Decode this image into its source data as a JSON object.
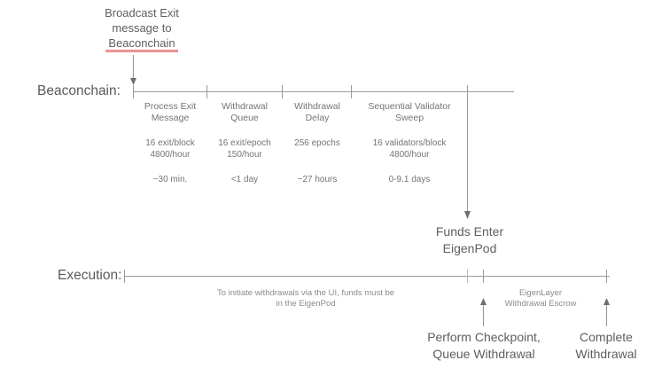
{
  "diagram": {
    "title_callout": {
      "line1": "Broadcast Exit",
      "line2": "message to",
      "line3": "Beaconchain"
    },
    "rows": [
      {
        "id": "beaconchain",
        "label": "Beaconchain:"
      },
      {
        "id": "execution",
        "label": "Execution:"
      }
    ],
    "beaconchain_phases": [
      {
        "name_line1": "Process Exit",
        "name_line2": "Message",
        "rate_line1": "16 exit/block",
        "rate_line2": "4800/hour",
        "duration": "~30 min."
      },
      {
        "name_line1": "Withdrawal",
        "name_line2": "Queue",
        "rate_line1": "16 exit/epoch",
        "rate_line2": "150/hour",
        "duration": "<1 day"
      },
      {
        "name_line1": "Withdrawal",
        "name_line2": "Delay",
        "rate_line1": "256 epochs",
        "rate_line2": "",
        "duration": "~27 hours"
      },
      {
        "name_line1": "Sequential Validator",
        "name_line2": "Sweep",
        "rate_line1": "16 validators/block",
        "rate_line2": "4800/hour",
        "duration": "0-9.1 days"
      }
    ],
    "funds_enter": {
      "line1": "Funds Enter",
      "line2": "EigenPod"
    },
    "execution_note": {
      "line1": "To initiate withdrawals via the UI, funds must be",
      "line2": "in the EigenPod"
    },
    "escrow_label": {
      "line1": "EigenLayer",
      "line2": "Withdrawal Escrow"
    },
    "execution_milestones": [
      {
        "line1": "Perform Checkpoint,",
        "line2": "Queue Withdrawal"
      },
      {
        "line1": "Complete",
        "line2": "Withdrawal"
      }
    ],
    "colors": {
      "text": "#6b6b6b",
      "line": "#9a9a9a",
      "spellcheck": "#e06666",
      "background": "#ffffff"
    }
  }
}
